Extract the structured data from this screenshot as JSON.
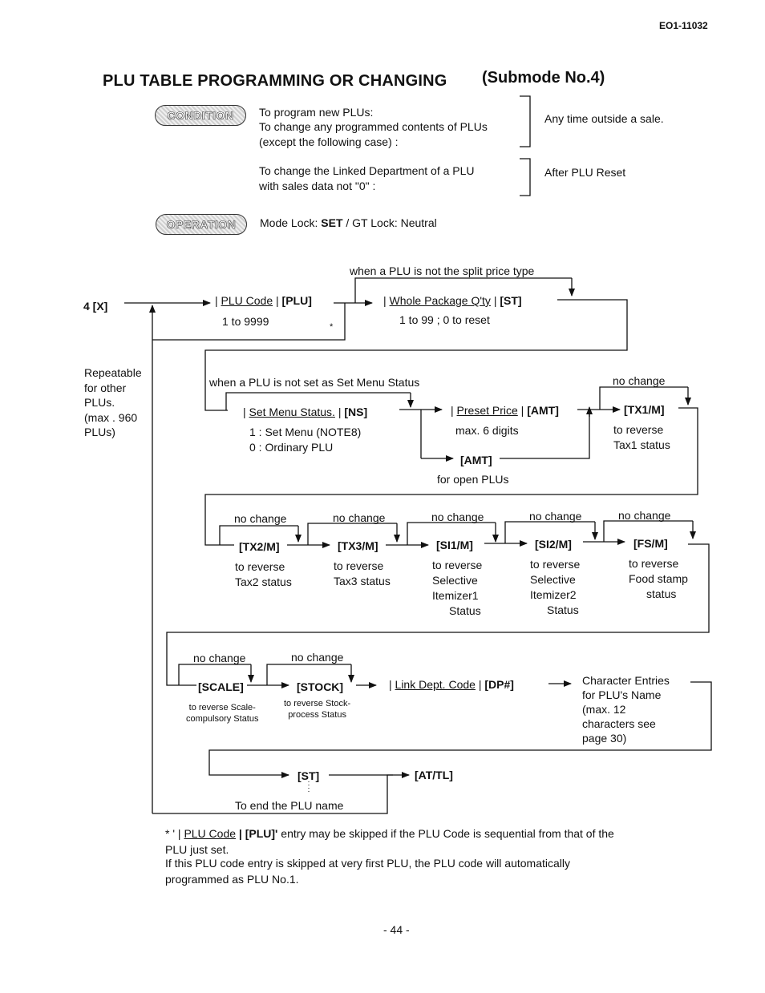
{
  "header": {
    "doc_id": "EO1-11032"
  },
  "title": {
    "main": "PLU TABLE PROGRAMMING OR CHANGING",
    "sub": "(Submode No.4)"
  },
  "condition": {
    "badge": "CONDITION",
    "line1": "To program new PLUs:",
    "line2": "To change any programmed contents of PLUs",
    "line3": "(except the following case) :",
    "right1": "Any time outside a sale.",
    "line4": "To change the Linked Department of a PLU",
    "line5": "with sales data not \"0\" :",
    "right2": "After PLU Reset"
  },
  "operation": {
    "badge": "OPERATION",
    "mode_prefix": "Mode Lock:",
    "mode_value": "SET",
    "gt_text": "/ GT Lock: Neutral"
  },
  "flow": {
    "start_key": "4 [X]",
    "repeatable": [
      "Repeatable",
      "for other",
      "PLUs.",
      "(max . 960",
      "PLUs)"
    ],
    "split_note": "when a PLU is not the split price type",
    "plu_code": "PLU Code",
    "plu_key": "[PLU]",
    "plu_range": "1 to 9999",
    "asterisk": "*",
    "whole_pkg": "Whole Package Q'ty",
    "st_key": "[ST]",
    "whole_range": "1 to 99 ; 0 to reset",
    "setmenu_note": "when a PLU is not set as Set Menu Status",
    "set_menu": "Set Menu Status.",
    "ns_key": "[NS]",
    "set_menu_1": "1 :  Set Menu (NOTE8)",
    "set_menu_0": "0 :  Ordinary PLU",
    "preset_price": "Preset Price",
    "amt_key": "[AMT]",
    "preset_digits": "max. 6 digits",
    "amt_open": "[AMT]",
    "open_note": "for open PLUs",
    "no_change": "no change",
    "tx1": "[TX1/M]",
    "tx1_desc": [
      "to reverse",
      "Tax1 status"
    ],
    "tx2": "[TX2/M]",
    "tx2_desc": [
      "to reverse",
      "Tax2 status"
    ],
    "tx3": "[TX3/M]",
    "tx3_desc": [
      "to reverse",
      "Tax3 status"
    ],
    "si1": "[SI1/M]",
    "si1_desc": [
      "to reverse",
      "Selective",
      "Itemizer1",
      "Status"
    ],
    "si2": "[SI2/M]",
    "si2_desc": [
      "to reverse",
      "Selective",
      "Itemizer2",
      "Status"
    ],
    "fs": "[FS/M]",
    "fs_desc": [
      "to reverse",
      "Food stamp",
      "status"
    ],
    "scale": "[SCALE]",
    "scale_desc": [
      "to reverse Scale-",
      "compulsory Status"
    ],
    "stock": "[STOCK]",
    "stock_desc": [
      "to reverse Stock-",
      "process Status"
    ],
    "link_dept": "Link Dept. Code",
    "dp_key": "[DP#]",
    "char_entries": [
      "Character Entries",
      "for PLU's Name",
      "(max. 12",
      "characters see",
      "page 30)"
    ],
    "st_end": "[ST]",
    "at_tl": "[AT/TL]",
    "end_note": "To end the PLU name"
  },
  "footnote": {
    "prefix": "* ' |",
    "plu_code": "PLU Code",
    "sep": "|",
    "plu_key": "[PLU]'",
    "text1": "entry may be skipped if the PLU Code is sequential from that of the",
    "text2": "PLU just set.",
    "text3": "If this PLU code entry is skipped at very first PLU, the PLU code will automatically",
    "text4": "programmed as PLU No.1."
  },
  "page_number": "- 44 -"
}
